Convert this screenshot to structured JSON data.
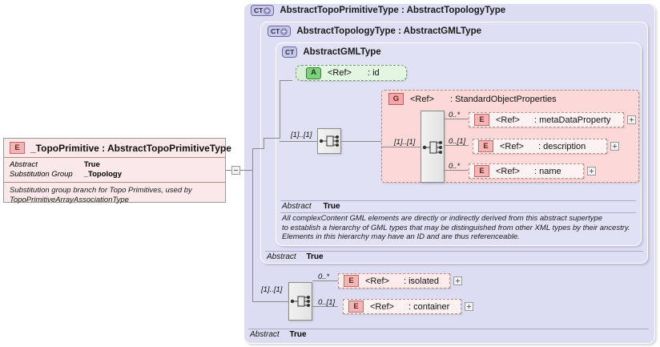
{
  "diagram": {
    "title": "XSD schema diagram: AbstractTopoPrimitiveType"
  },
  "element_box": {
    "badge": "E",
    "title": "_TopoPrimitive : AbstractTopoPrimitiveType",
    "properties": [
      {
        "key": "Abstract",
        "value": "True"
      },
      {
        "key": "Substitution Group",
        "value": "_Topology"
      }
    ],
    "documentation": "Substitution group branch for Topo Primitives, used by\nTopoPrimitiveArrayAssociationType"
  },
  "panels": {
    "outer": {
      "badge": "CT",
      "badge_expandable": true,
      "title": "AbstractTopoPrimitiveType : AbstractTopologyType",
      "abstract_key": "Abstract",
      "abstract_value": "True"
    },
    "middle": {
      "badge": "CT",
      "badge_expandable": true,
      "title": "AbstractTopologyType : AbstractGMLType",
      "abstract_key": "Abstract",
      "abstract_value": "True"
    },
    "inner": {
      "badge": "CT",
      "badge_expandable": false,
      "title": "AbstractGMLType",
      "abstract_key": "Abstract",
      "abstract_value": "True",
      "documentation": "All complexContent GML elements are directly or indirectly derived from this abstract supertype\nto establish a hierarchy of GML types that may be distinguished from other XML types by their ancestry.\nElements in this hierarchy may have an ID and are thus referenceable."
    }
  },
  "attribute_node": {
    "badge": "A",
    "ref": "<Ref>",
    "name": ": id"
  },
  "group_node": {
    "badge": "G",
    "ref": "<Ref>",
    "name": ": StandardObjectProperties",
    "cardinality": "[1]..[1]",
    "children": [
      {
        "badge": "E",
        "ref": "<Ref>",
        "name": ": metaDataProperty",
        "cardinality": "0..*",
        "expandable": true
      },
      {
        "badge": "E",
        "ref": "<Ref>",
        "name": ": description",
        "cardinality": "0..[1]",
        "expandable": true
      },
      {
        "badge": "E",
        "ref": "<Ref>",
        "name": ": name",
        "cardinality": "0..*",
        "expandable": true
      }
    ]
  },
  "topology_sequence": {
    "cardinality": "[1]..[1]",
    "children": [
      {
        "badge": "E",
        "ref": "<Ref>",
        "name": ": isolated",
        "cardinality": "0..*",
        "expandable": true
      },
      {
        "badge": "E",
        "ref": "<Ref>",
        "name": ": container",
        "cardinality": "0..[1]",
        "expandable": true
      }
    ]
  },
  "gml_sequence": {
    "cardinality": "[1]..[1]"
  },
  "colors": {
    "panel_outer": "#dcdcf2",
    "panel_middle": "#dedef4",
    "panel_inner": "#e1e1f6",
    "element_pink": "#fbe9e9",
    "group_pink": "#fbd9d9",
    "ref_pink": "#fdeaea",
    "attribute_green": "#e2f6e2",
    "badge_ct": "#c8c8e8",
    "badge_e": "#f2b6b6",
    "badge_g": "#f2a8a8",
    "badge_a": "#7ed07e",
    "line": "#8a8a8a"
  }
}
